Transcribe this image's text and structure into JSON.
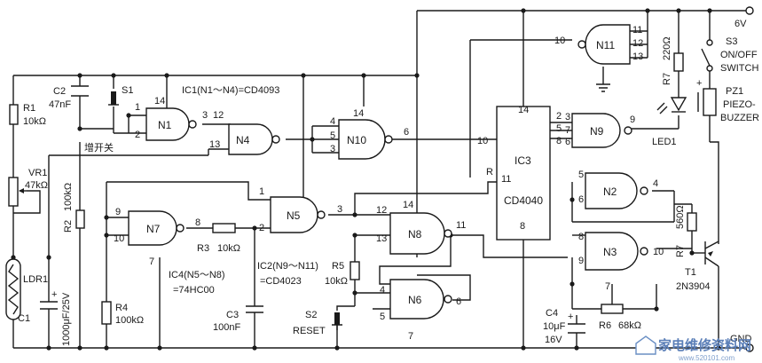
{
  "supply": {
    "label": "6V"
  },
  "ground": {
    "label": "GND"
  },
  "notes": {
    "ic1": "IC1(N1～N4)=CD4093",
    "ic4_line1": "IC4(N5～N8)",
    "ic4_line2": "=74HC00",
    "ic2_line1": "IC2(N9～N11)",
    "ic2_line2": "=CD4023",
    "zengkaiguan": "增开关"
  },
  "ic3": {
    "name": "IC3",
    "part": "CD4040",
    "reset_pin": "R"
  },
  "gates": {
    "n1": "N1",
    "n2": "N2",
    "n3": "N3",
    "n4": "N4",
    "n5": "N5",
    "n6": "N6",
    "n7": "N7",
    "n8": "N8",
    "n9": "N9",
    "n10": "N10",
    "n11": "N11"
  },
  "components": {
    "r1": {
      "ref": "R1",
      "value": "10kΩ"
    },
    "vr1": {
      "ref": "VR1",
      "value": "47kΩ"
    },
    "ldr1": {
      "ref": "LDR1"
    },
    "c1": {
      "ref": "C1",
      "value": "1000μF/25V"
    },
    "c2": {
      "ref": "C2",
      "value": "47nF"
    },
    "s1": {
      "ref": "S1"
    },
    "r2": {
      "ref": "R2",
      "value": "100kΩ"
    },
    "r3": {
      "ref": "R3",
      "value": "10kΩ"
    },
    "r4": {
      "ref": "R4",
      "value": "100kΩ"
    },
    "c3": {
      "ref": "C3",
      "value": "100nF"
    },
    "r5": {
      "ref": "R5",
      "value": "10kΩ"
    },
    "s2": {
      "ref": "S2",
      "label": "RESET"
    },
    "c4": {
      "ref": "C4",
      "value": "10μF",
      "voltage": "16V"
    },
    "r6": {
      "ref": "R6",
      "value": "68kΩ"
    },
    "r7a": {
      "ref": "R7",
      "value": "220Ω"
    },
    "r7b": {
      "ref": "R7",
      "value": "560Ω"
    },
    "t1": {
      "ref": "T1",
      "part": "2N3904"
    },
    "led1": {
      "ref": "LED1"
    },
    "s3": {
      "ref": "S3",
      "line1": "ON/OFF",
      "line2": "SWITCH"
    },
    "pz1": {
      "ref": "PZ1",
      "line1": "PIEZO-",
      "line2": "BUZZER"
    }
  },
  "pins": {
    "p1": "1",
    "p2": "2",
    "p3": "3",
    "p4": "4",
    "p5": "5",
    "p6": "6",
    "p7": "7",
    "p8": "8",
    "p9": "9",
    "p10": "10",
    "p11": "11",
    "p12": "12",
    "p13": "13",
    "p14": "14",
    "plus": "+"
  },
  "watermark": {
    "text": "家电维修资料网",
    "url": "www.520101.com"
  }
}
